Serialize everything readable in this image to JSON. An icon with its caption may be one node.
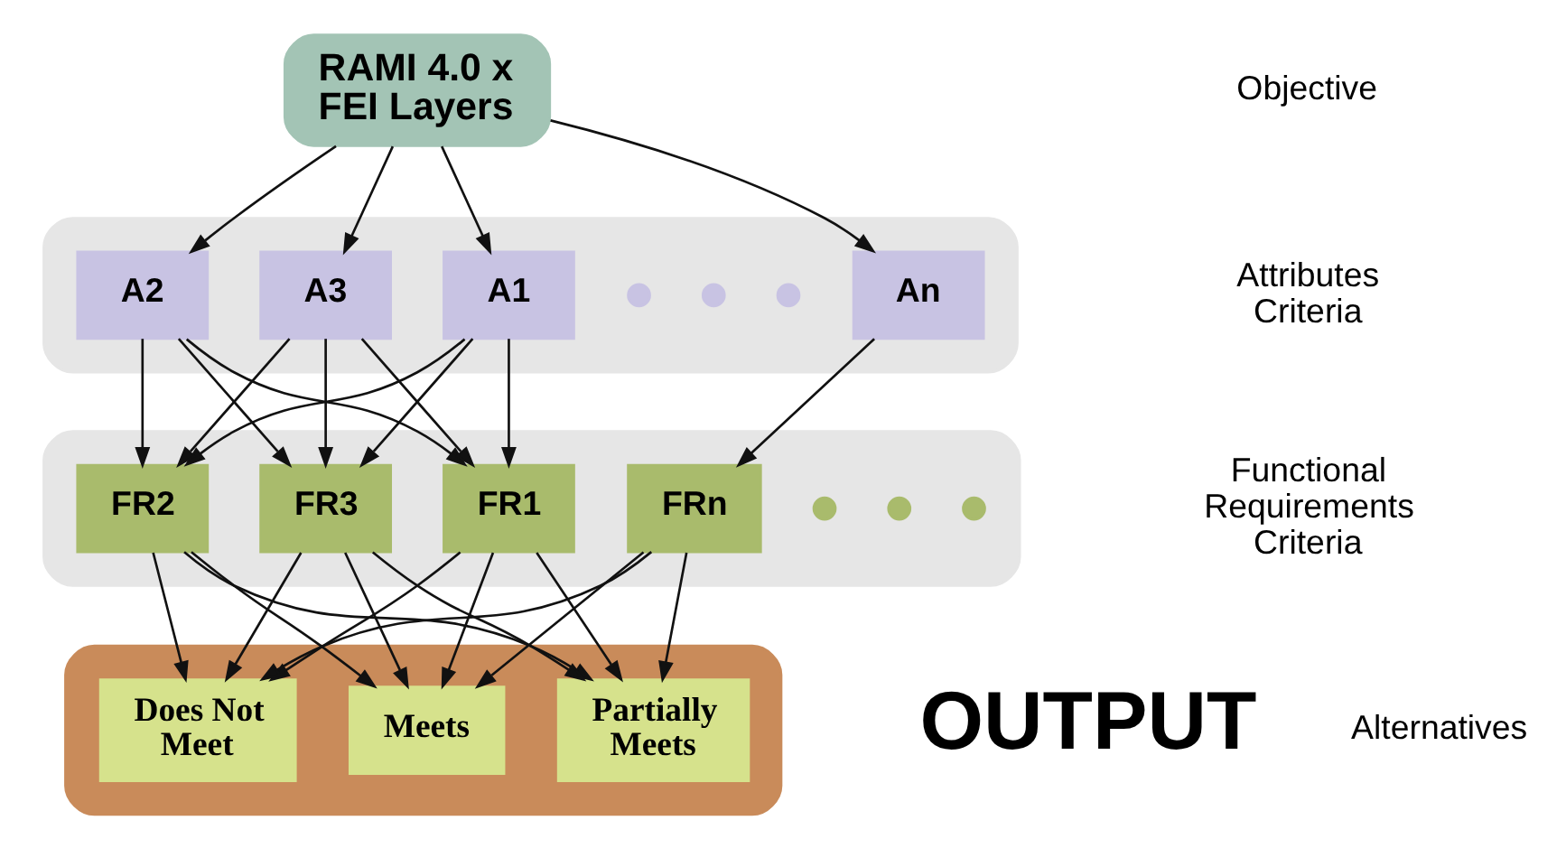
{
  "diagram": {
    "nodes": [
      {
        "text": [
          "RAMI 4.0 x FEI Layers"
        ]
      },
      {
        "text": [],
        "shape": "box"
      },
      {
        "text": [
          "A1"
        ],
        "in": 1
      },
      {
        "text": [
          "A2"
        ],
        "in": 1
      },
      {
        "text": [
          "A3"
        ],
        "in": 1
      },
      {
        "text": [],
        "shape": "circle",
        "in": 1
      },
      {
        "text": [],
        "shape": "circle",
        "in": 1
      },
      {
        "text": [],
        "shape": "circle",
        "in": 1
      },
      {
        "text": [
          "An"
        ],
        "in": 1
      },
      {
        "text": [],
        "shape": "box"
      },
      {
        "text": [
          "FR1"
        ],
        "in": 9
      },
      {
        "text": [
          "FR2"
        ],
        "in": 9
      },
      {
        "text": [
          "FR3"
        ],
        "in": 9
      },
      {
        "text": [],
        "shape": "circle",
        "in": 9
      },
      {
        "text": [],
        "shape": "circle",
        "in": 9
      },
      {
        "text": [],
        "shape": "circle",
        "in": 9
      },
      {
        "text": [
          "FRn"
        ],
        "in": 9
      },
      {
        "text": [],
        "shape": "box"
      },
      {
        "text": [
          "Meets"
        ],
        "in": 17
      },
      {
        "text": [
          "Partially Meets"
        ],
        "in": 17
      },
      {
        "text": [
          "Does Not Meet"
        ],
        "in": 17
      }
    ],
    "edges": [
      {
        "from": 0,
        "to": 2,
        "arrow": "to"
      },
      {
        "from": 0,
        "to": 3,
        "arrow": "to"
      },
      {
        "from": 0,
        "to": 4,
        "arrow": "to"
      },
      {
        "from": 0,
        "to": 8,
        "arrow": "to"
      },
      {
        "from": 2,
        "to": 10,
        "arrow": "to"
      },
      {
        "from": 2,
        "to": 11,
        "arrow": "to"
      },
      {
        "from": 2,
        "to": 12,
        "arrow": "to"
      },
      {
        "from": 3,
        "to": 10,
        "arrow": "to"
      },
      {
        "from": 3,
        "to": 11,
        "arrow": "to"
      },
      {
        "from": 3,
        "to": 12,
        "arrow": "to"
      },
      {
        "from": 4,
        "to": 10,
        "arrow": "to"
      },
      {
        "from": 4,
        "to": 11,
        "arrow": "to"
      },
      {
        "from": 4,
        "to": 12,
        "arrow": "to"
      },
      {
        "from": 8,
        "to": 16,
        "arrow": "to"
      },
      {
        "from": 10,
        "to": 18,
        "arrow": "to"
      },
      {
        "from": 10,
        "to": 19,
        "arrow": "to"
      },
      {
        "from": 10,
        "to": 20,
        "arrow": "to"
      },
      {
        "from": 11,
        "to": 18,
        "arrow": "to"
      },
      {
        "from": 11,
        "to": 19,
        "arrow": "to"
      },
      {
        "from": 11,
        "to": 20,
        "arrow": "to"
      },
      {
        "from": 12,
        "to": 18,
        "arrow": "to"
      },
      {
        "from": 12,
        "to": 19,
        "arrow": "to"
      },
      {
        "from": 12,
        "to": 20,
        "arrow": "to"
      },
      {
        "from": 16,
        "to": 18,
        "arrow": "to"
      },
      {
        "from": 16,
        "to": 19,
        "arrow": "to"
      },
      {
        "from": 16,
        "to": 20,
        "arrow": "to"
      }
    ],
    "labels": [
      "Objective",
      "Attributes Criteria",
      "Functional Requirements Criteria",
      "OUTPUT",
      "Alternatives"
    ]
  }
}
